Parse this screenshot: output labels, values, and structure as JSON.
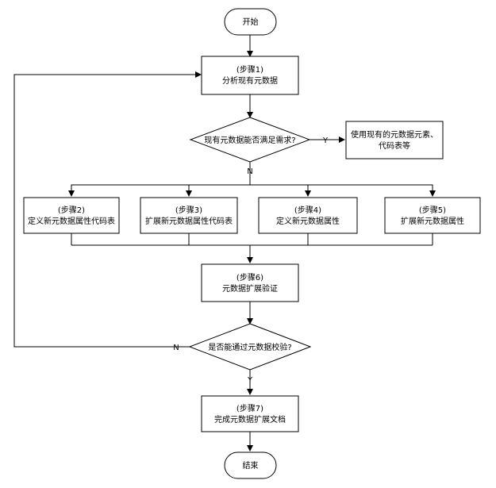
{
  "start": "开始",
  "step1": {
    "step": "(步骤1)",
    "text": "分析现有元数据"
  },
  "decision1": "现有元数据能否满足需求?",
  "decision1_yes": "Y",
  "decision1_no": "N",
  "reuse": {
    "line1": "使用现有的元数据元素、",
    "line2": "代码表等"
  },
  "step2": {
    "step": "(步骤2)",
    "text": "定义新元数据属性代码表"
  },
  "step3": {
    "step": "(步骤3)",
    "text": "扩展新元数据属性代码表"
  },
  "step4": {
    "step": "(步骤4)",
    "text": "定义新元数据属性"
  },
  "step5": {
    "step": "(步骤5)",
    "text": "扩展新元数据属性"
  },
  "step6": {
    "step": "(步骤6)",
    "text": "元数据扩展验证"
  },
  "decision2": "是否能通过元数据校验?",
  "decision2_yes": "Y",
  "decision2_no": "N",
  "step7": {
    "step": "(步骤7)",
    "text": "完成元数据扩展文档"
  },
  "end": "结束"
}
